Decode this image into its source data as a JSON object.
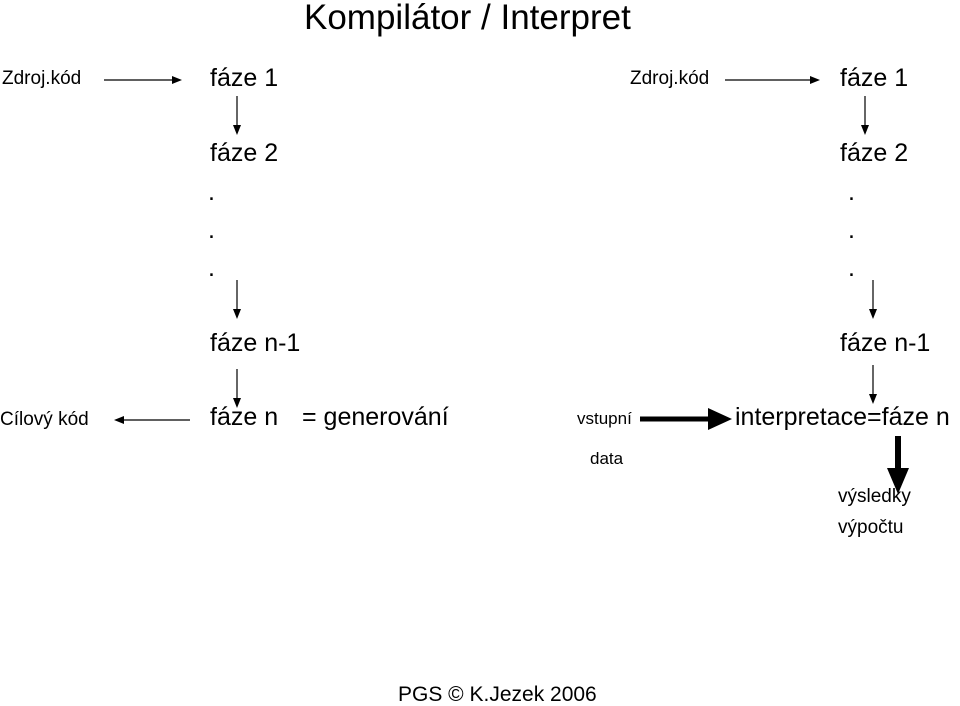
{
  "title": "Kompilátor / Interpret",
  "compiler": {
    "source_label": "Zdroj.kód",
    "phase_1": "fáze 1",
    "phase_2": "fáze 2",
    "dots": ".",
    "phase_n1": "fáze n-1",
    "phase_n": "fáze n",
    "equals_gen": "=  generování",
    "target_label": "Cílový kód"
  },
  "interpreter": {
    "source_label": "Zdroj.kód",
    "phase_1": "fáze 1",
    "phase_2": "fáze 2",
    "dots": ".",
    "phase_n1": "fáze n-1",
    "input_line1": "vstupní",
    "input_line2": "data",
    "interp_phase": "interpretace=fáze n",
    "results_line1": "výsledky",
    "results_line2": "výpočtu"
  },
  "footer": "PGS © K.Jezek 2006"
}
